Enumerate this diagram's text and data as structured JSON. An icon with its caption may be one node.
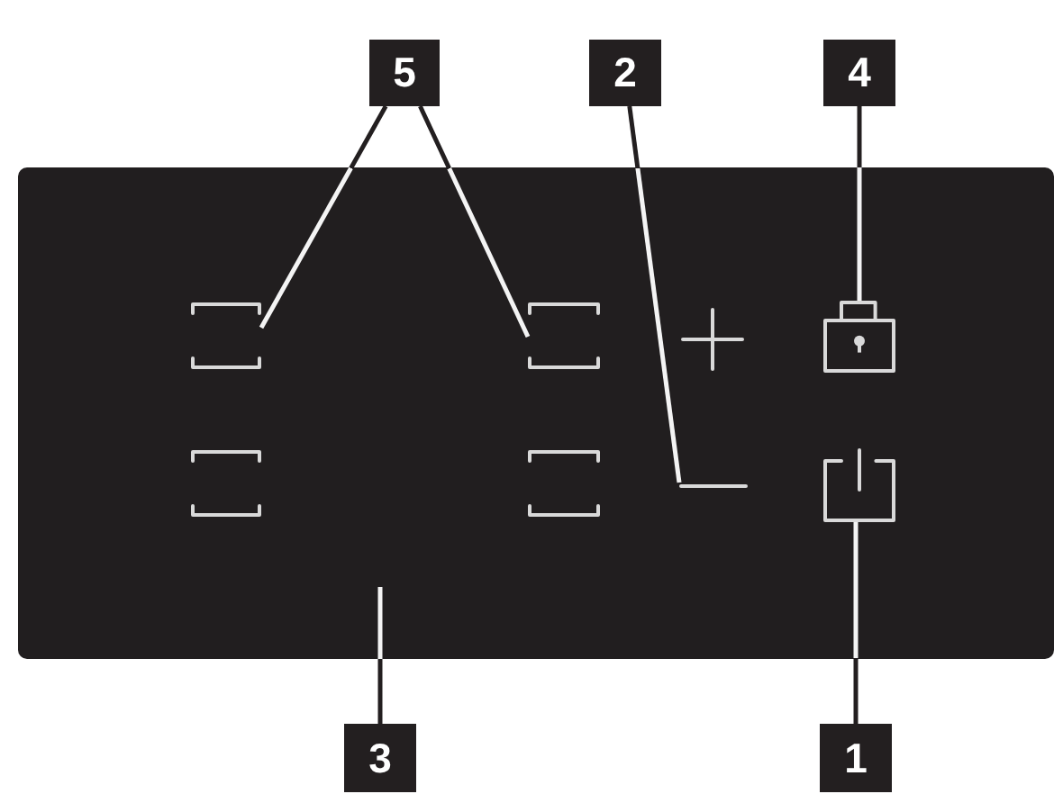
{
  "diagram": {
    "nodes": [
      {
        "text": [
          "5"
        ]
      },
      {
        "text": [
          "2"
        ]
      },
      {
        "text": [
          "4"
        ]
      },
      {
        "text": [],
        "shape": "box"
      },
      {
        "text": [],
        "shape": "box",
        "in": 3
      },
      {
        "text": [],
        "shape": "box",
        "in": 3
      },
      {
        "text": [],
        "shape": "picture",
        "in": 3
      },
      {
        "text": [],
        "shape": "picture",
        "in": 3
      },
      {
        "text": [],
        "shape": "box",
        "in": 3
      },
      {
        "text": [],
        "shape": "box",
        "in": 3
      },
      {
        "text": [],
        "shape": "picture",
        "in": 3
      },
      {
        "text": [],
        "shape": "picture",
        "in": 3
      },
      {
        "text": [
          "3"
        ]
      },
      {
        "text": [
          "1"
        ]
      }
    ],
    "edges": [
      {
        "from": 0,
        "to": 4,
        "arrow": "none"
      },
      {
        "from": 0,
        "to": 5,
        "arrow": "none"
      },
      {
        "from": 1,
        "to": 10,
        "arrow": "none"
      },
      {
        "from": 2,
        "to": 7,
        "arrow": "none"
      },
      {
        "from": 12,
        "to": 3,
        "arrow": "none"
      },
      {
        "from": 13,
        "to": 11,
        "arrow": "none"
      }
    ]
  }
}
